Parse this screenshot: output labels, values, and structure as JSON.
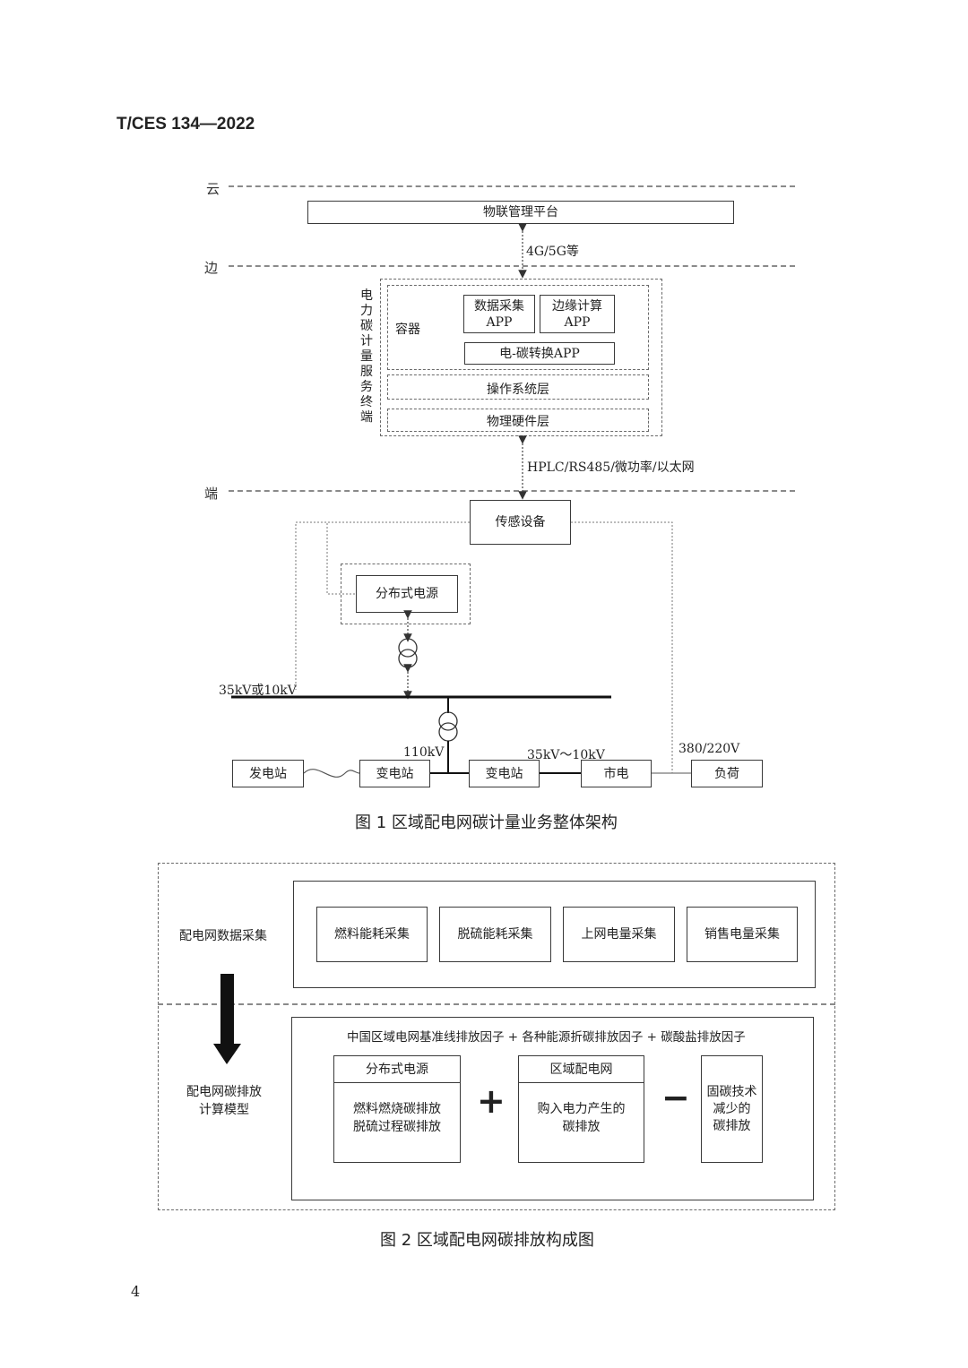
{
  "header": "T/CES 134—2022",
  "page_number": "4",
  "fig1": {
    "zones": [
      "云",
      "边",
      "端"
    ],
    "platform": "物联管理平台",
    "link_top": "4G/5G等",
    "terminal_vertical": "电力碳计量服务终端",
    "container": "容器",
    "app_data": [
      "数据采集",
      "APP"
    ],
    "app_edge": [
      "边缘计算",
      "APP"
    ],
    "app_convert": "电-碳转换APP",
    "os_layer": "操作系统层",
    "hw_layer": "物理硬件层",
    "link_bottom": "HPLC/RS485/微功率/以太网",
    "sensor": "传感设备",
    "distributed": "分布式电源",
    "bus_label": "35kV或10kV",
    "v110": "110kV",
    "v35_10": "35kV～10kV",
    "v380": "380/220V",
    "plant": "发电站",
    "substation1": "变电站",
    "substation2": "变电站",
    "city": "市电",
    "load": "负荷",
    "caption": "图 1   区域配电网碳计量业务整体架构"
  },
  "fig2": {
    "row1_label": "配电网数据采集",
    "collect": [
      "燃料能耗采集",
      "脱硫能耗采集",
      "上网电量采集",
      "销售电量采集"
    ],
    "row2_label": [
      "配电网碳排放",
      "计算模型"
    ],
    "formula": "中国区域电网基准线排放因子 + 各种能源折碳排放因子 + 碳酸盐排放因子",
    "dist_title": "分布式电源",
    "dist_body": [
      "燃料燃烧碳排放",
      "脱硫过程碳排放"
    ],
    "plus": "+",
    "grid_title": "区域配电网",
    "grid_body": [
      "购入电力产生的",
      "碳排放"
    ],
    "minus": "−",
    "fix_body": [
      "固碳技术",
      "减少的",
      "碳排放"
    ],
    "caption": "图 2   区域配电网碳排放构成图"
  }
}
